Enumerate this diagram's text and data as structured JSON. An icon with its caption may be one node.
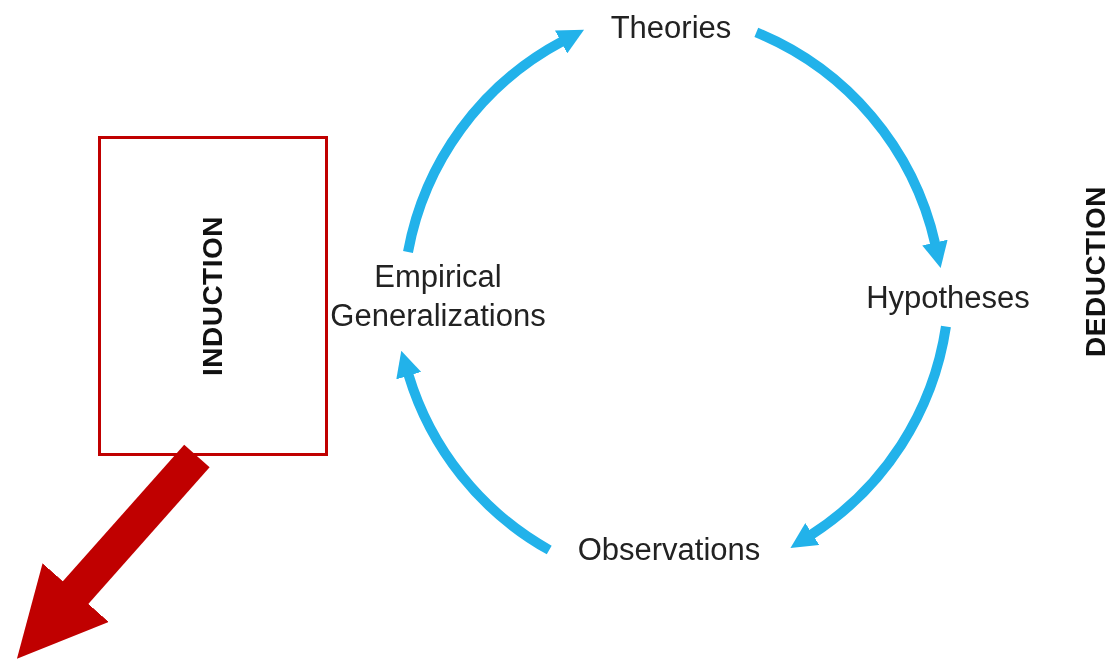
{
  "diagram": {
    "nodes": [
      {
        "text": [
          "Theories"
        ]
      },
      {
        "text": [
          "Hypotheses"
        ]
      },
      {
        "text": [
          "Observations"
        ]
      },
      {
        "text": [
          "Empirical Generalizations"
        ]
      },
      {
        "text": [
          "INDUCTION"
        ]
      }
    ],
    "edges": [
      {
        "from": 3,
        "to": 0,
        "arrow": "to"
      },
      {
        "from": 0,
        "to": 1,
        "arrow": "to"
      },
      {
        "from": 1,
        "to": 2,
        "arrow": "to"
      },
      {
        "from": 2,
        "to": 3,
        "arrow": "to"
      },
      {
        "from": 4,
        "to": null,
        "arrow": "to",
        "style": "thick",
        "color": "#c00000"
      }
    ],
    "labels": [
      "DEDUCTION"
    ]
  }
}
